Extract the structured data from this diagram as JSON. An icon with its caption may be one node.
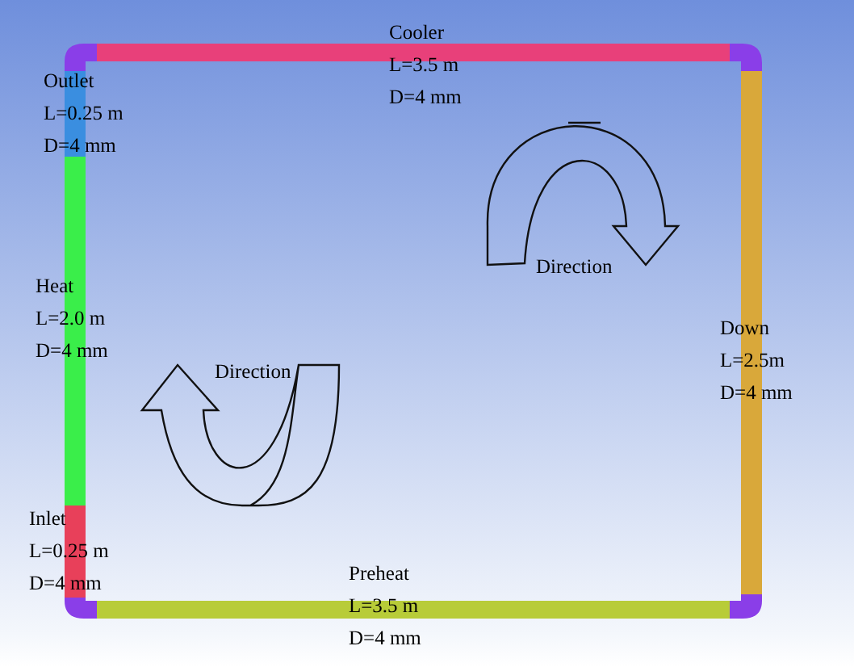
{
  "diagram": {
    "nodes": [
      {
        "text": [
          "Cooler",
          "L=3.5 m",
          "D=4 mm"
        ]
      },
      {
        "text": [
          "Outlet",
          "L=0.25 m",
          "D=4 mm"
        ]
      },
      {
        "text": [
          "Heat",
          "L=2.0 m",
          "D=4 mm"
        ]
      },
      {
        "text": [
          "Down",
          "L=2.5m",
          "D=4 mm"
        ]
      },
      {
        "text": [
          "Inlet",
          "L=0.25 m",
          "D=4 mm"
        ]
      },
      {
        "text": [
          "Preheat",
          "L=3.5 m",
          "D=4 mm"
        ]
      }
    ],
    "edges": [],
    "labels": [
      "Direction",
      "Direction"
    ]
  }
}
